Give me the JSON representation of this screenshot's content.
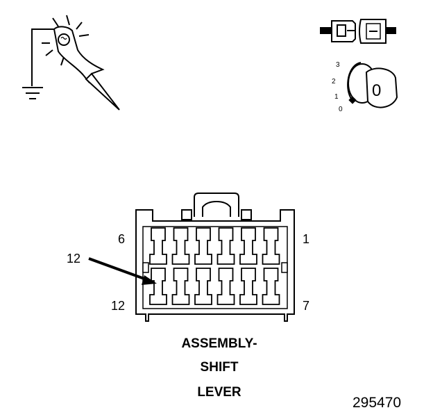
{
  "connector": {
    "pin_top_left": "6",
    "pin_top_right": "1",
    "pin_bottom_left": "12",
    "pin_bottom_right": "7",
    "callout_label": "12",
    "rows": 2,
    "cols": 6
  },
  "caption": {
    "line1": "ASSEMBLY-",
    "line2": "SHIFT",
    "line3": "LEVER"
  },
  "figure_number": "295470",
  "ignition_key": {
    "positions": [
      "3",
      "2",
      "1",
      "0"
    ],
    "key_label": "0"
  },
  "icons": {
    "probe": "test-probe-lit-icon",
    "ground": "ground-icon",
    "connector_unplugged": "disconnected-connector-icon",
    "ignition": "ignition-key-off-icon"
  }
}
